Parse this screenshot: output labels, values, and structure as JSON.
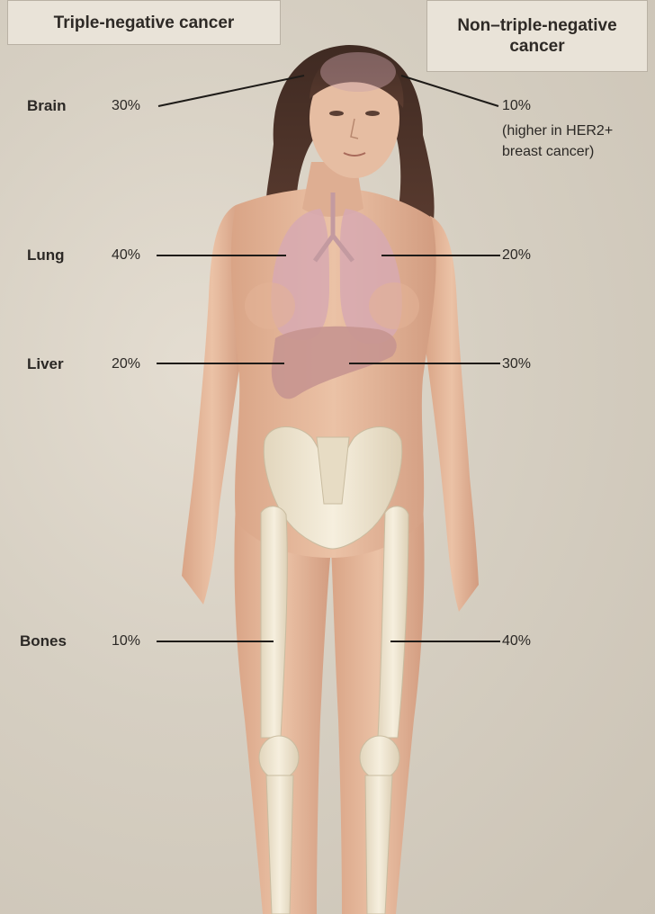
{
  "headers": {
    "left": "Triple-negative cancer",
    "right": "Non–triple-negative cancer"
  },
  "organs": [
    {
      "label": "Brain",
      "left_pct": "30%",
      "right_pct": "10%",
      "right_note": [
        "(higher in HER2+",
        "breast cancer)"
      ]
    },
    {
      "label": "Lung",
      "left_pct": "40%",
      "right_pct": "20%"
    },
    {
      "label": "Liver",
      "left_pct": "20%",
      "right_pct": "30%"
    },
    {
      "label": "Bones",
      "left_pct": "10%",
      "right_pct": "40%"
    }
  ],
  "colors": {
    "background": "#d6cfc2",
    "skin": "#e3b79c",
    "hair": "#4a3128",
    "lung": "#d7a9b1",
    "liver": "#c79590",
    "bone": "#efe6d1",
    "leader_line": "#1e1b18"
  }
}
